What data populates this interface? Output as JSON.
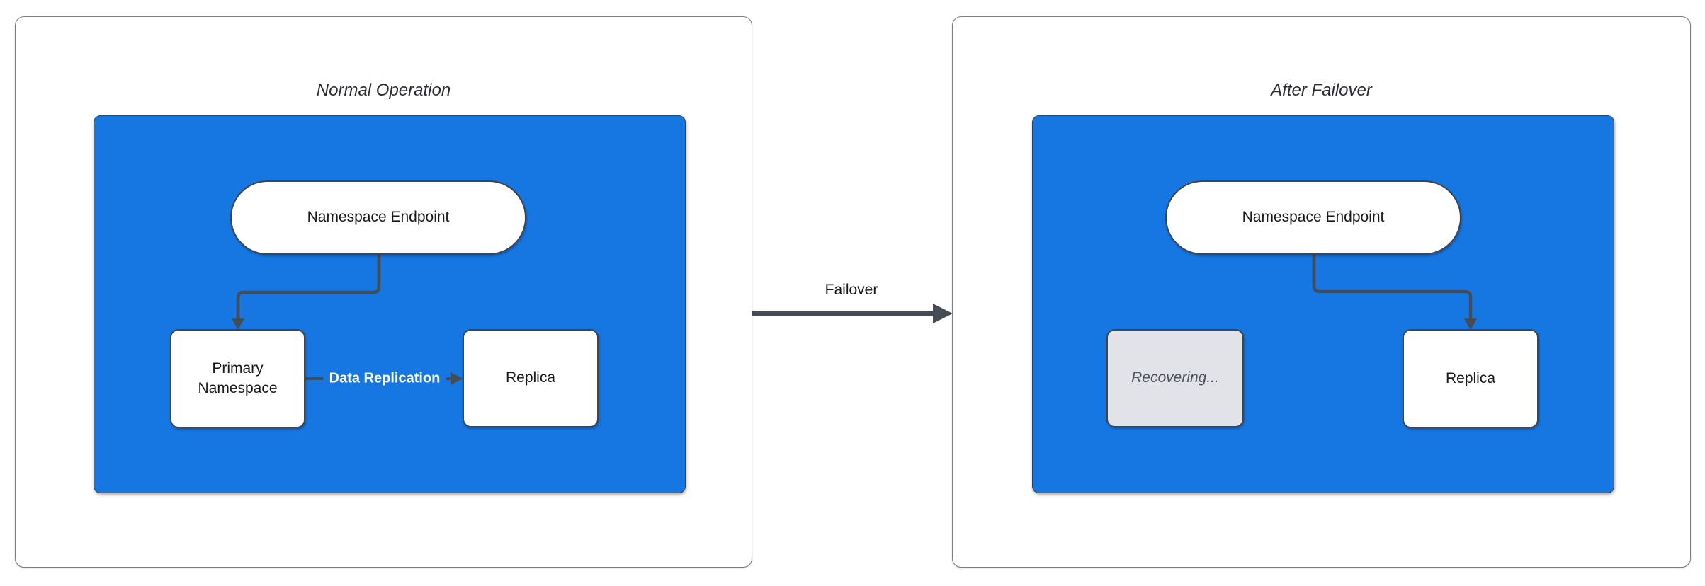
{
  "left_panel": {
    "title": "Normal Operation",
    "endpoint_label": "Namespace Endpoint",
    "primary_label": "Primary Namespace",
    "replica_label": "Replica",
    "replication_edge_label": "Data Replication"
  },
  "transition": {
    "label": "Failover"
  },
  "right_panel": {
    "title": "After Failover",
    "endpoint_label": "Namespace Endpoint",
    "recovering_label": "Recovering...",
    "replica_label": "Replica"
  },
  "colors": {
    "container_blue": "#1677E2",
    "connector_dark": "#454C55",
    "node_border": "#3F454C",
    "panel_border": "#7A7F84",
    "disabled_fill": "#E2E3E6",
    "disabled_text": "#4B535F",
    "title_text": "#2B2F35",
    "node_text": "#17191D",
    "edge_label_text": "#FFFFFF"
  }
}
